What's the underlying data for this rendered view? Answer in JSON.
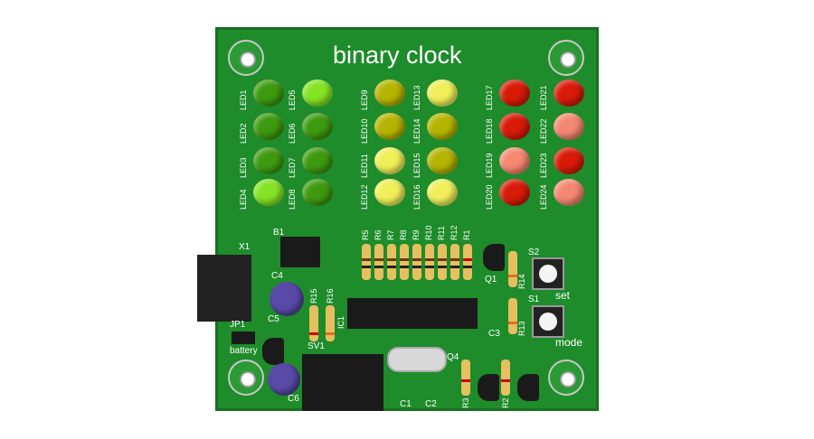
{
  "title": "binary clock",
  "leds": [
    {
      "label": "LED1",
      "color": "#3d9a0e"
    },
    {
      "label": "LED2",
      "color": "#3d9a0e"
    },
    {
      "label": "LED3",
      "color": "#3d9a0e"
    },
    {
      "label": "LED4",
      "color": "#84e424"
    },
    {
      "label": "LED5",
      "color": "#84e424"
    },
    {
      "label": "LED6",
      "color": "#3d9a0e"
    },
    {
      "label": "LED7",
      "color": "#3d9a0e"
    },
    {
      "label": "LED8",
      "color": "#3d9a0e"
    },
    {
      "label": "LED9",
      "color": "#b5b400"
    },
    {
      "label": "LED10",
      "color": "#b5b400"
    },
    {
      "label": "LED11",
      "color": "#f0ef5a"
    },
    {
      "label": "LED12",
      "color": "#f0ef5a"
    },
    {
      "label": "LED13",
      "color": "#f0ef5a"
    },
    {
      "label": "LED14",
      "color": "#b5b400"
    },
    {
      "label": "LED15",
      "color": "#b5b400"
    },
    {
      "label": "LED16",
      "color": "#f0ef5a"
    },
    {
      "label": "LED17",
      "color": "#d81a08"
    },
    {
      "label": "LED18",
      "color": "#d81a08"
    },
    {
      "label": "LED19",
      "color": "#f48870"
    },
    {
      "label": "LED20",
      "color": "#d81a08"
    },
    {
      "label": "LED21",
      "color": "#d81a08"
    },
    {
      "label": "LED22",
      "color": "#f48870"
    },
    {
      "label": "LED23",
      "color": "#d81a08"
    },
    {
      "label": "LED24",
      "color": "#f48870"
    }
  ],
  "resistors_top": [
    "R5",
    "R6",
    "R7",
    "R8",
    "R9",
    "R10",
    "R11",
    "R12",
    "R1"
  ],
  "labels": {
    "x1": "X1",
    "b1": "B1",
    "c4": "C4",
    "c5": "C5",
    "r15": "R15",
    "r16": "R16",
    "ic1": "IC1",
    "jp1": "JP1",
    "battery": "battery",
    "sv1": "SV1",
    "c6": "C6",
    "c1": "C1",
    "c2": "C2",
    "c3": "C3",
    "q1": "Q1",
    "q4": "Q4",
    "r3": "R3",
    "r2": "R2",
    "r13": "R13",
    "r14": "R14",
    "s1": "S1",
    "s2": "S2",
    "set": "set",
    "mode": "mode"
  }
}
